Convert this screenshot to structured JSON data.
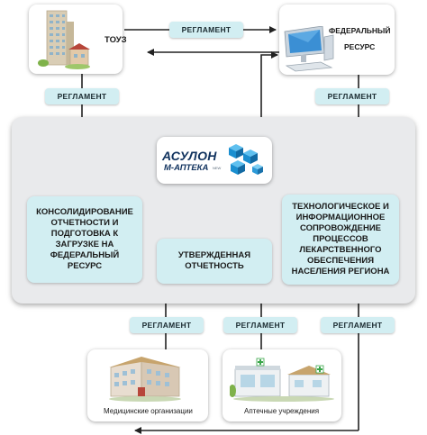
{
  "nodes": {
    "touz": "ТОУЗ",
    "federal_title_line1": "ФЕДЕРАЛЬНЫЙ",
    "federal_title_line2": "РЕСУРС",
    "logo_line1": "АСУЛОН",
    "logo_line2": "М-АПТЕКА",
    "logo_mark": "NEW",
    "consolidation": "КОНСОЛИДИРОВАНИЕ ОТЧЕТНОСТИ И ПОДГОТОВКА К ЗАГРУЗКЕ НА ФЕДЕРАЛЬНЫЙ РЕСУРС",
    "approved": "УТВЕРЖДЕННАЯ ОТЧЕТНОСТЬ",
    "tech_support": "ТЕХНОЛОГИЧЕСКОЕ И ИНФОРМАЦИОННОЕ СОПРОВОЖДЕНИЕ ПРОЦЕССОВ ЛЕКАРСТВЕННОГО ОБЕСПЕЧЕНИЯ НАСЕЛЕНИЯ РЕГИОНА",
    "medical": "Медицинские организации",
    "pharmacy": "Аптечные учреждения"
  },
  "reglament_label": "РЕГЛАМЕНТ",
  "colors": {
    "badge": "#d2eef2",
    "panel": "#e9eaec",
    "arrow": "#222222",
    "logo_blue": "#1b8fd0",
    "logo_dark": "#10325e"
  },
  "icons": [
    "building-icon",
    "computer-icon",
    "logo-cubes-icon",
    "hospital-icon",
    "pharmacy-icon"
  ]
}
